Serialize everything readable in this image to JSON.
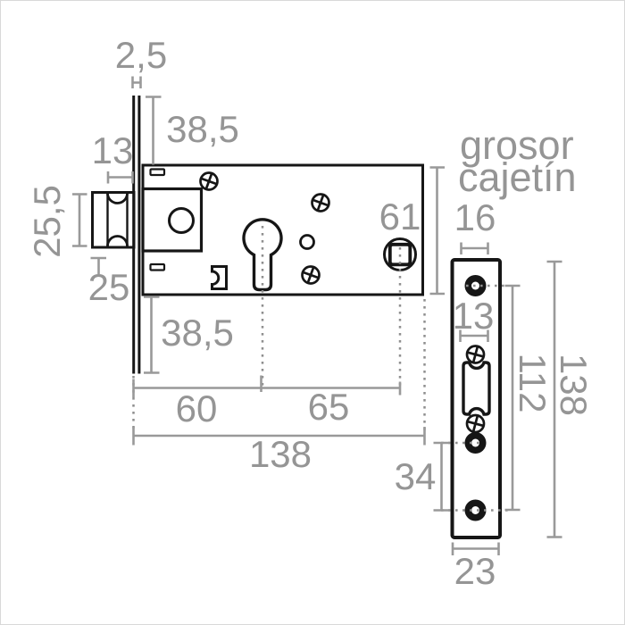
{
  "drawing_title": "mortise lock technical drawing",
  "labels": {
    "case_note_line1": "grosor",
    "case_note_line2": "cajetín"
  },
  "dimensions": {
    "plate_thickness": "2,5",
    "top_margin": "38,5",
    "latch_protrusion": "13",
    "latch_height": "25,5",
    "latch_bottom_offset": "25",
    "bottom_margin": "38,5",
    "backset": "60",
    "cylinder_distance": "65",
    "body_length": "138",
    "body_height": "61",
    "case_thickness": "16",
    "cutout_width": "13",
    "screw_gap": "34",
    "screw_spacing": "112",
    "faceplate_length": "138",
    "faceplate_width": "23"
  },
  "colors": {
    "line": "#161616",
    "dimension": "#999999",
    "background": "#ffffff"
  }
}
